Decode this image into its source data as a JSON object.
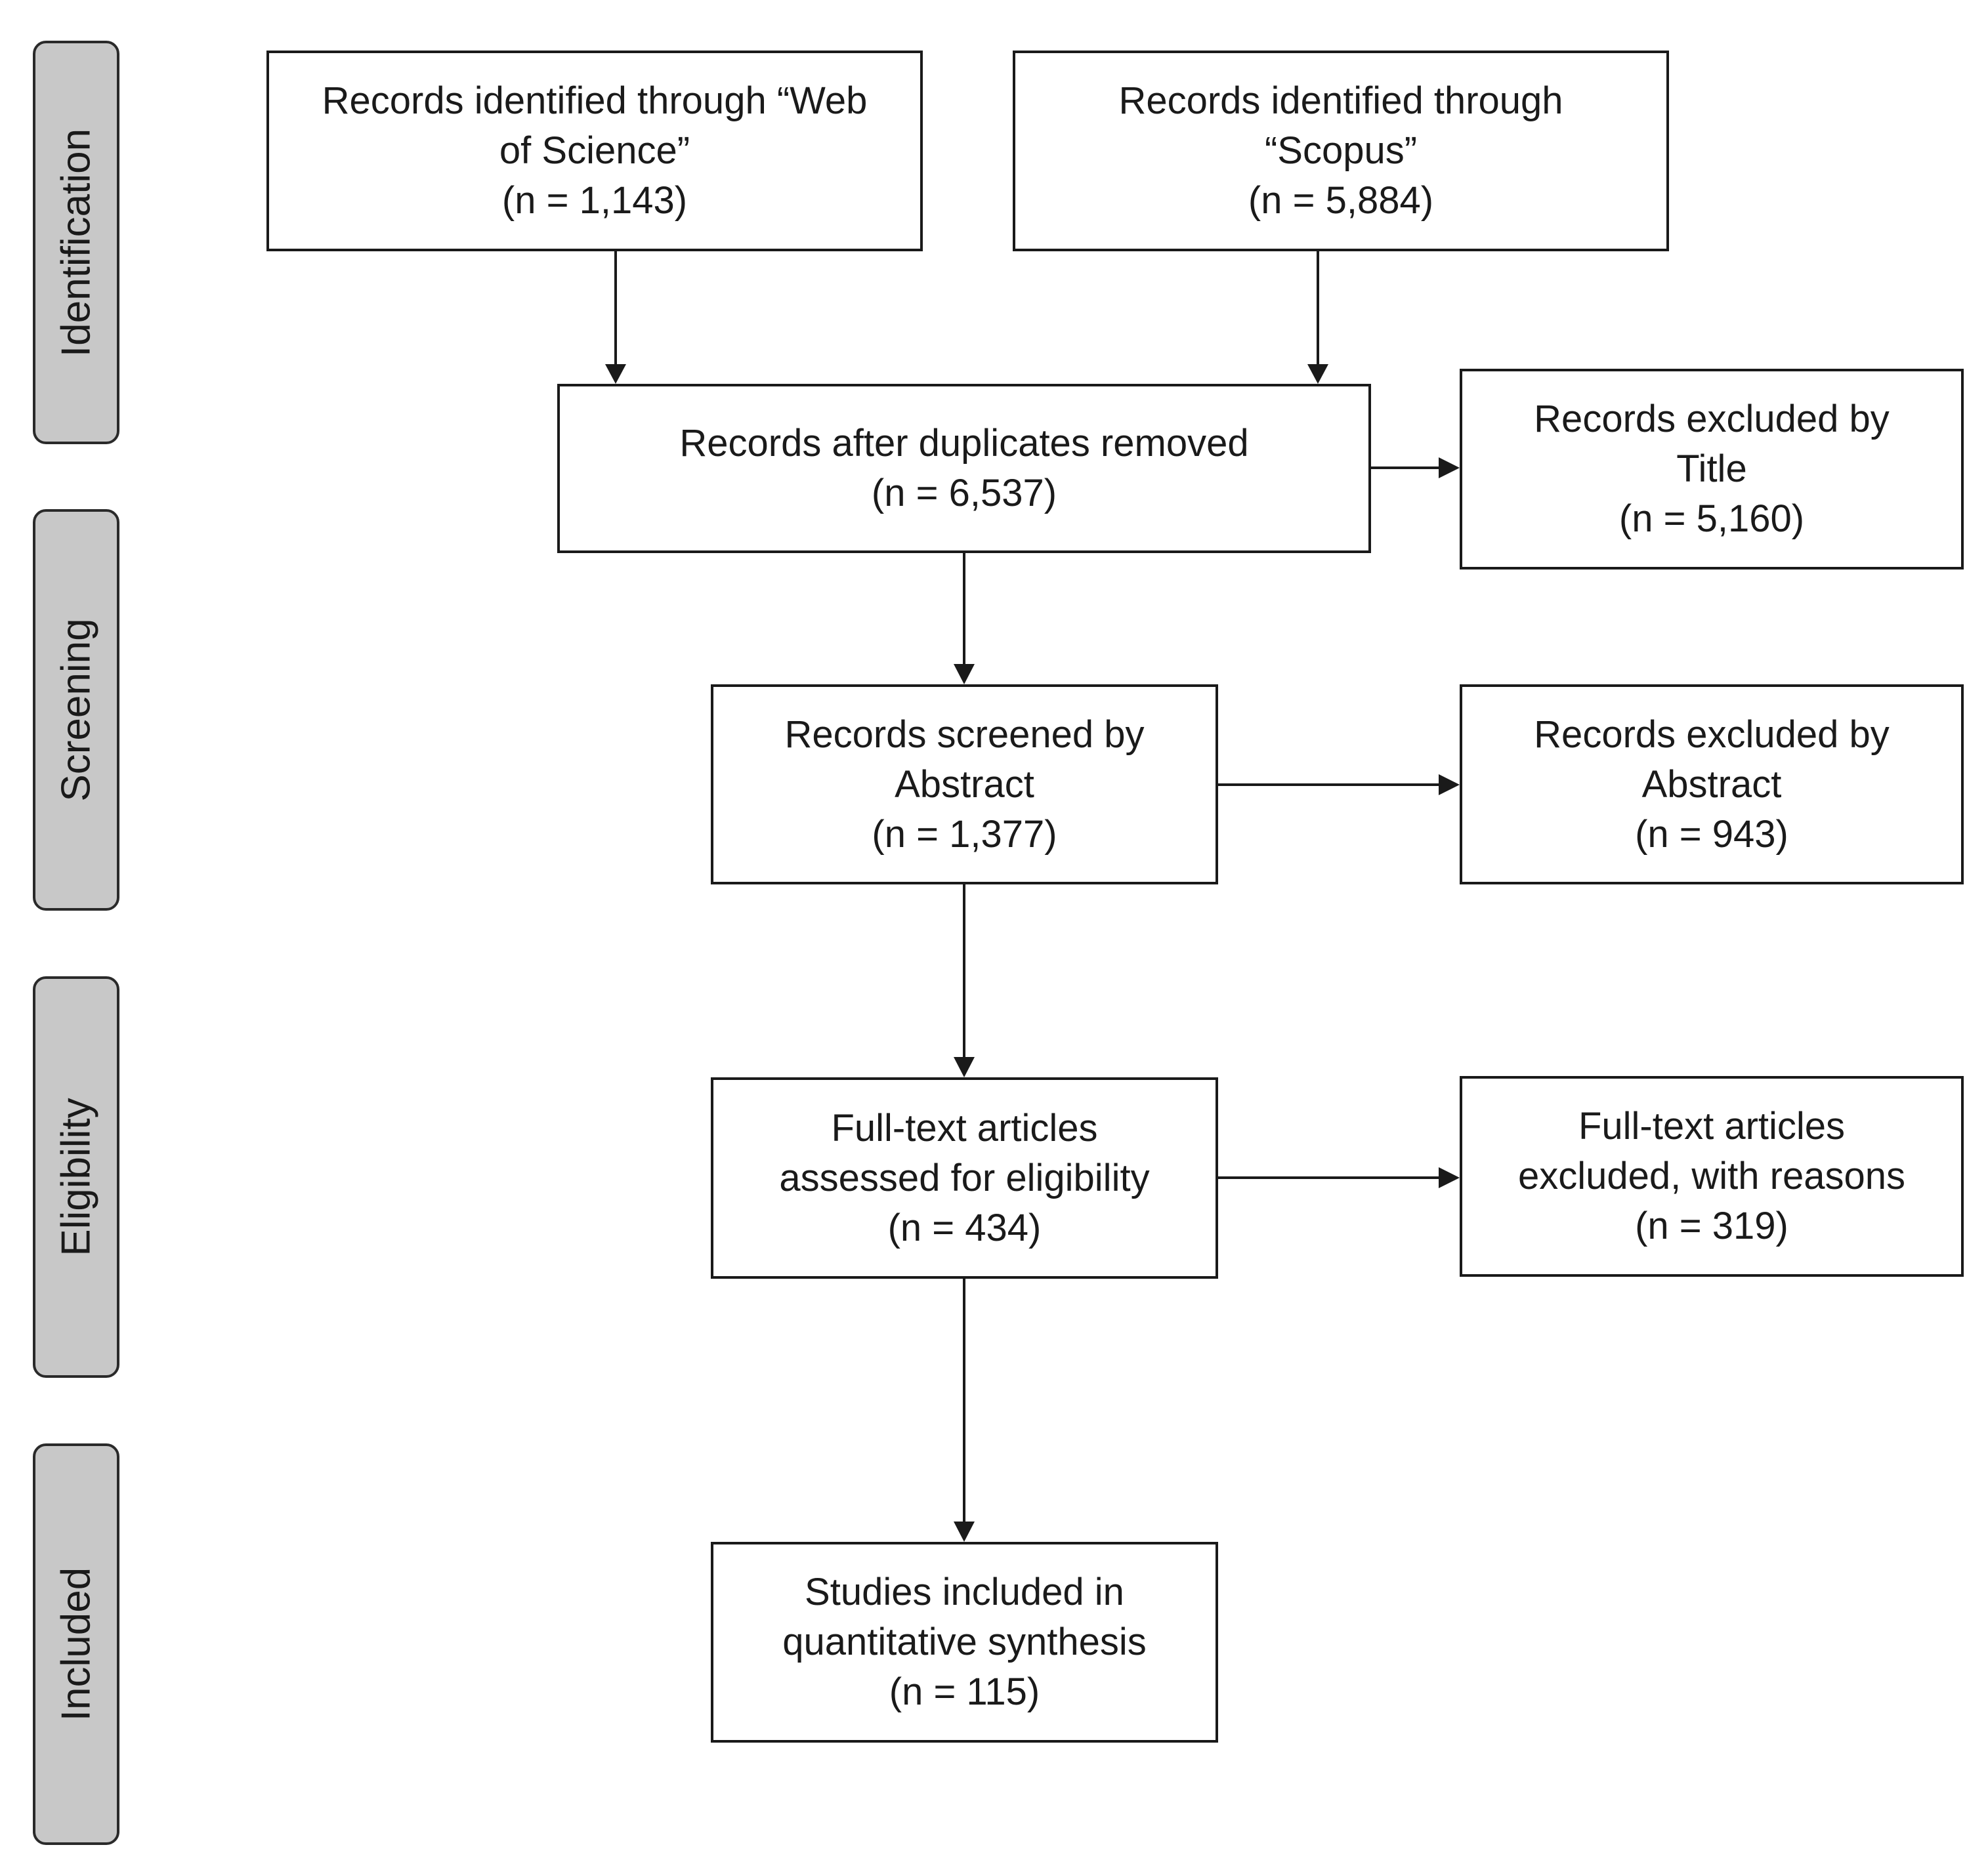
{
  "phases": {
    "identification": "Identification",
    "screening": "Screening",
    "eligibility": "Eligibility",
    "included": "Included"
  },
  "boxes": {
    "wos": "Records identified through “Web\nof Science”\n(n = 1,143)",
    "scopus": "Records identified through\n“Scopus”\n(n = 5,884)",
    "dedup": "Records after duplicates removed\n(n = 6,537)",
    "excluded_title": "Records excluded by\nTitle\n(n = 5,160)",
    "screened_abstract": "Records screened by\nAbstract\n(n = 1,377)",
    "excluded_abstract": "Records excluded by\nAbstract\n(n = 943)",
    "fulltext_assessed": "Full-text articles\nassessed for eligibility\n(n = 434)",
    "fulltext_excluded": "Full-text articles\nexcluded, with reasons\n(n = 319)",
    "included": "Studies included in\nquantitative synthesis\n(n = 115)"
  }
}
